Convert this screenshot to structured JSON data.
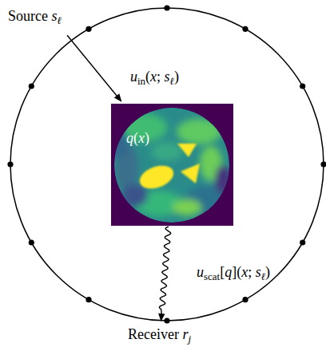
{
  "diagram": {
    "nodes": [
      {
        "text": [
          "Source sℓ"
        ]
      },
      {
        "text": [
          "q(x)"
        ]
      },
      {
        "text": [
          "Receiver rj"
        ]
      }
    ],
    "edges": [
      {
        "from": 0,
        "to": 1,
        "arrow": "to",
        "label": "uin(x; sℓ)"
      },
      {
        "from": 1,
        "to": 2,
        "arrow": "to",
        "label": "uscat[q](x; sℓ)"
      }
    ]
  }
}
